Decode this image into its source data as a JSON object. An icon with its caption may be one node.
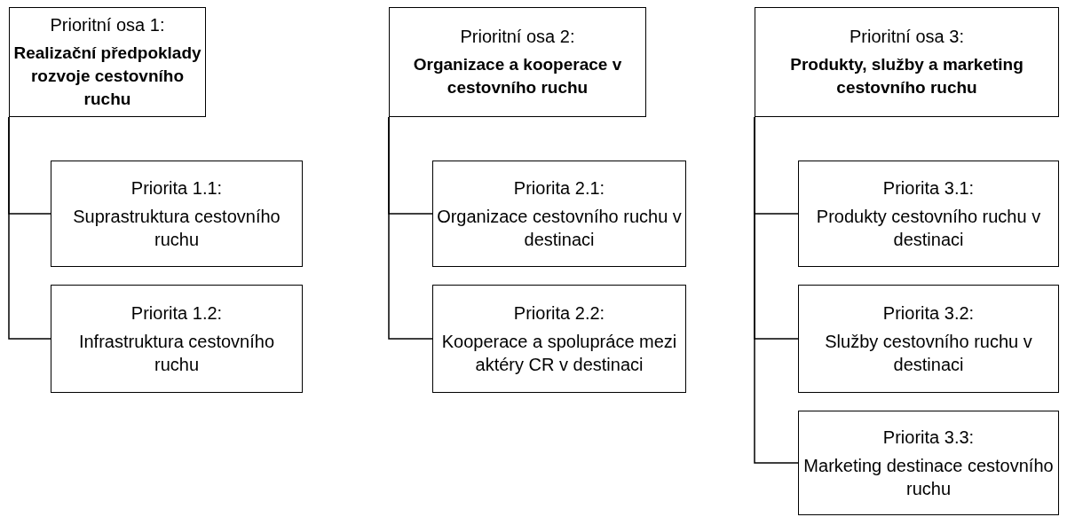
{
  "diagram": {
    "nodes": [
      {
        "text": [
          "Prioritní osa 1:",
          "Realizační předpoklady rozvoje cestovního ruchu"
        ]
      },
      {
        "text": [
          "Priorita 1.1:",
          "Suprastruktura cestovního ruchu"
        ]
      },
      {
        "text": [
          "Priorita 1.2:",
          "Infrastruktura cestovního ruchu"
        ]
      },
      {
        "text": [
          "Prioritní osa 2:",
          "Organizace a kooperace v cestovního ruchu"
        ]
      },
      {
        "text": [
          "Priorita 2.1:",
          "Organizace cestovního ruchu v destinaci"
        ]
      },
      {
        "text": [
          "Priorita 2.2:",
          "Kooperace a spolupráce mezi aktéry CR v destinaci"
        ]
      },
      {
        "text": [
          "Prioritní osa 3:",
          "Produkty, služby a marketing cestovního ruchu"
        ]
      },
      {
        "text": [
          "Priorita 3.1:",
          "Produkty cestovního ruchu v destinaci"
        ]
      },
      {
        "text": [
          "Priorita 3.2:",
          "Služby cestovního ruchu v destinaci"
        ]
      },
      {
        "text": [
          "Priorita 3.3:",
          "Marketing destinace cestovního ruchu"
        ]
      }
    ],
    "edges": [
      {
        "from": 0,
        "to": 1,
        "arrow": "none"
      },
      {
        "from": 0,
        "to": 2,
        "arrow": "none"
      },
      {
        "from": 3,
        "to": 4,
        "arrow": "none"
      },
      {
        "from": 3,
        "to": 5,
        "arrow": "none"
      },
      {
        "from": 6,
        "to": 7,
        "arrow": "none"
      },
      {
        "from": 6,
        "to": 8,
        "arrow": "none"
      },
      {
        "from": 6,
        "to": 9,
        "arrow": "none"
      }
    ]
  }
}
